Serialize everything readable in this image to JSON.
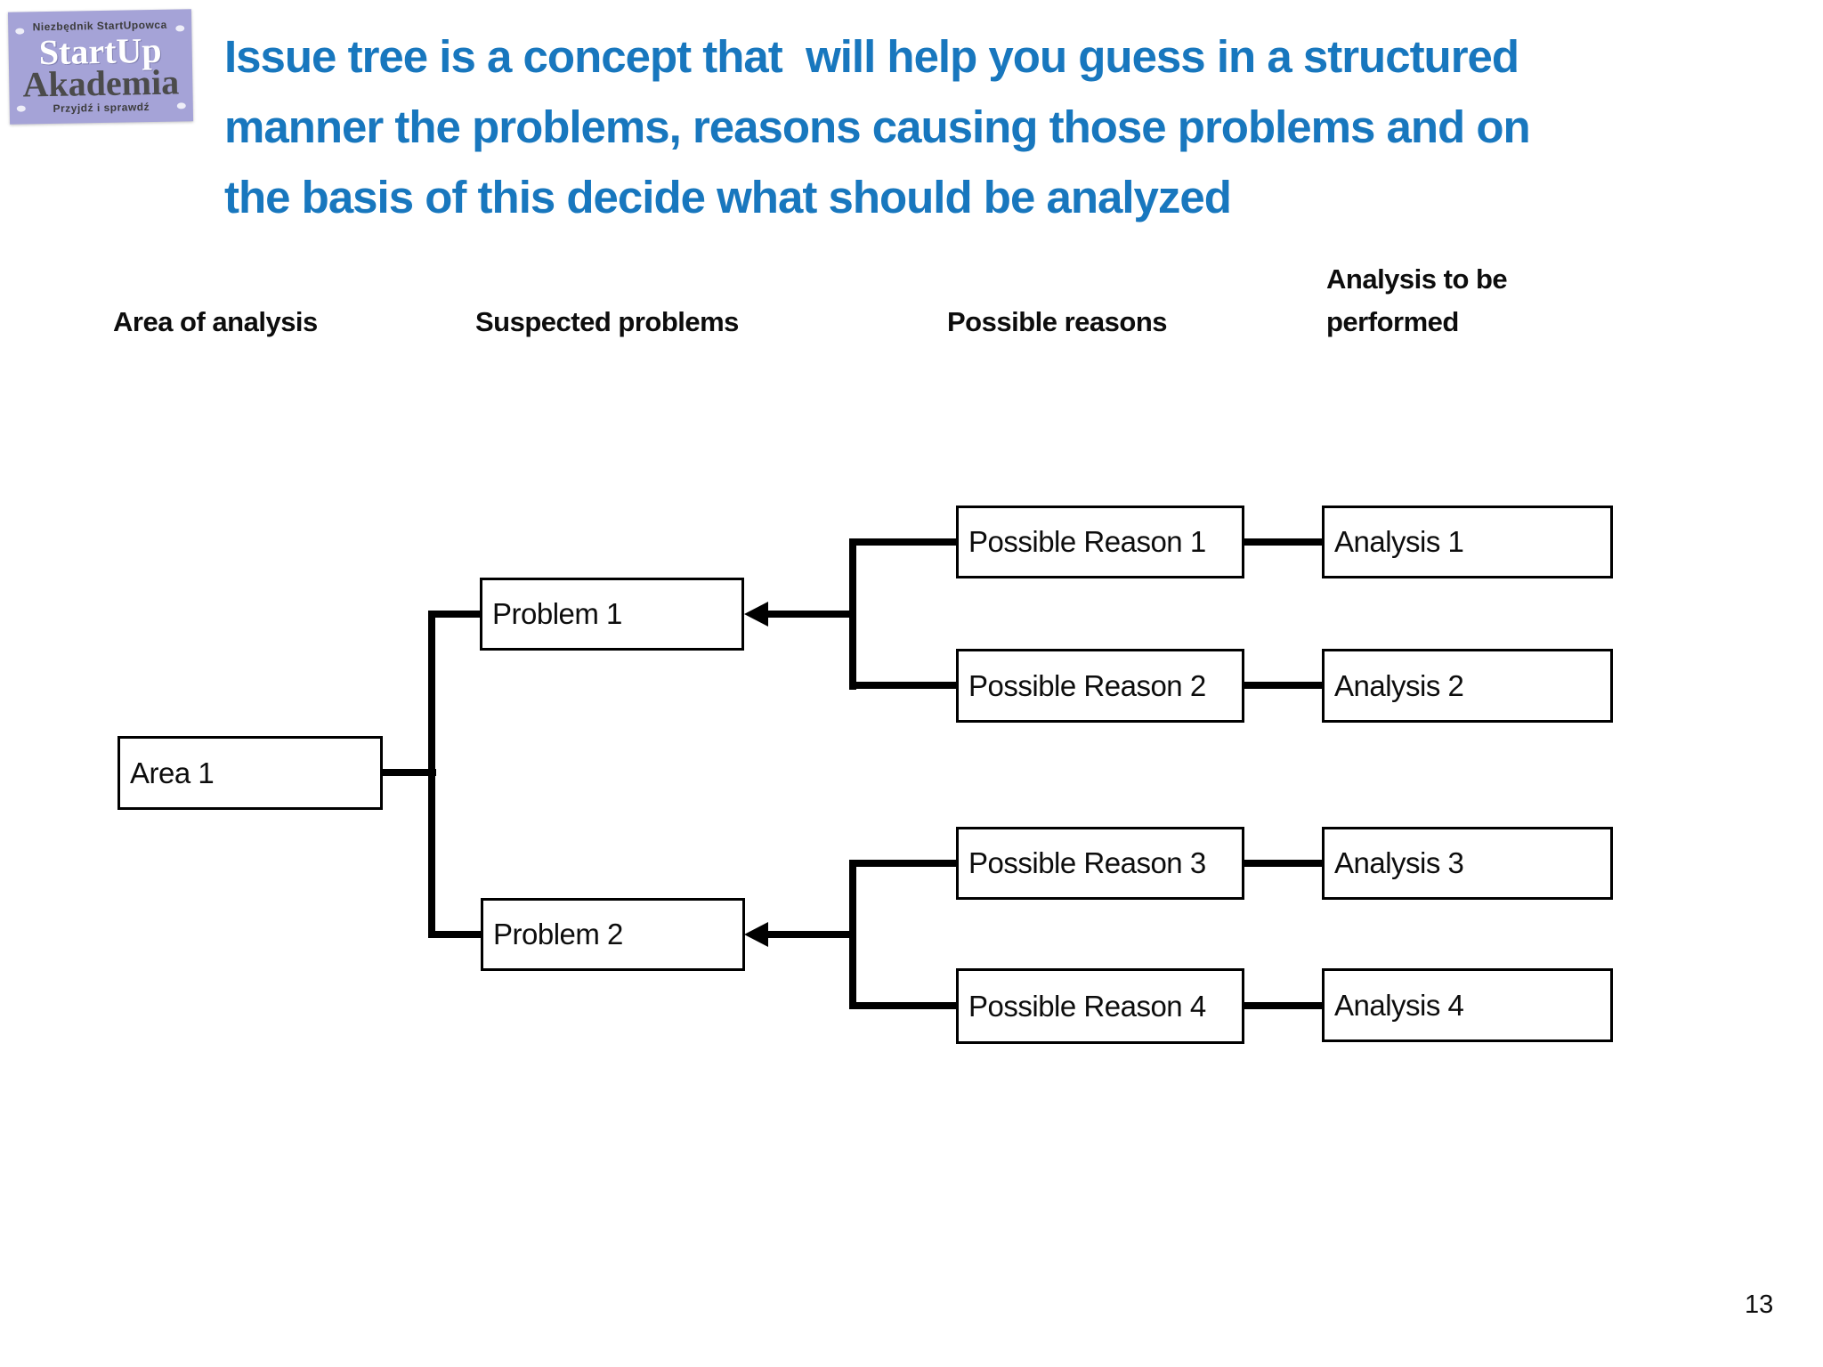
{
  "logo": {
    "tagline_top": "Niezbędnik StartUpowca",
    "name_line1": "StartUp",
    "name_line2": "Akademia",
    "tagline_bottom": "Przyjdź i sprawdź"
  },
  "title": {
    "lines": [
      "Issue tree is a concept that  will help you guess in a structured",
      "manner the problems, reasons causing those problems and on",
      "the basis of this decide what should be analyzed"
    ]
  },
  "columns": {
    "area": "Area of analysis",
    "problems": "Suspected problems",
    "reasons": "Possible reasons",
    "analysis": "Analysis to be performed"
  },
  "tree": {
    "area": "Area 1",
    "problems": [
      "Problem 1",
      "Problem 2"
    ],
    "reasons": [
      "Possible Reason 1",
      "Possible Reason 2",
      "Possible Reason 3",
      "Possible Reason 4"
    ],
    "analyses": [
      "Analysis 1",
      "Analysis 2",
      "Analysis 3",
      "Analysis 4"
    ]
  },
  "page_number": "13",
  "colors": {
    "title_blue": "#1877be",
    "logo_background": "#a5a3d7",
    "logo_name1_color": "#ffffff",
    "logo_name2_color": "#4b4b4b",
    "line_color": "#000000",
    "text_color": "#0d0d0d"
  }
}
